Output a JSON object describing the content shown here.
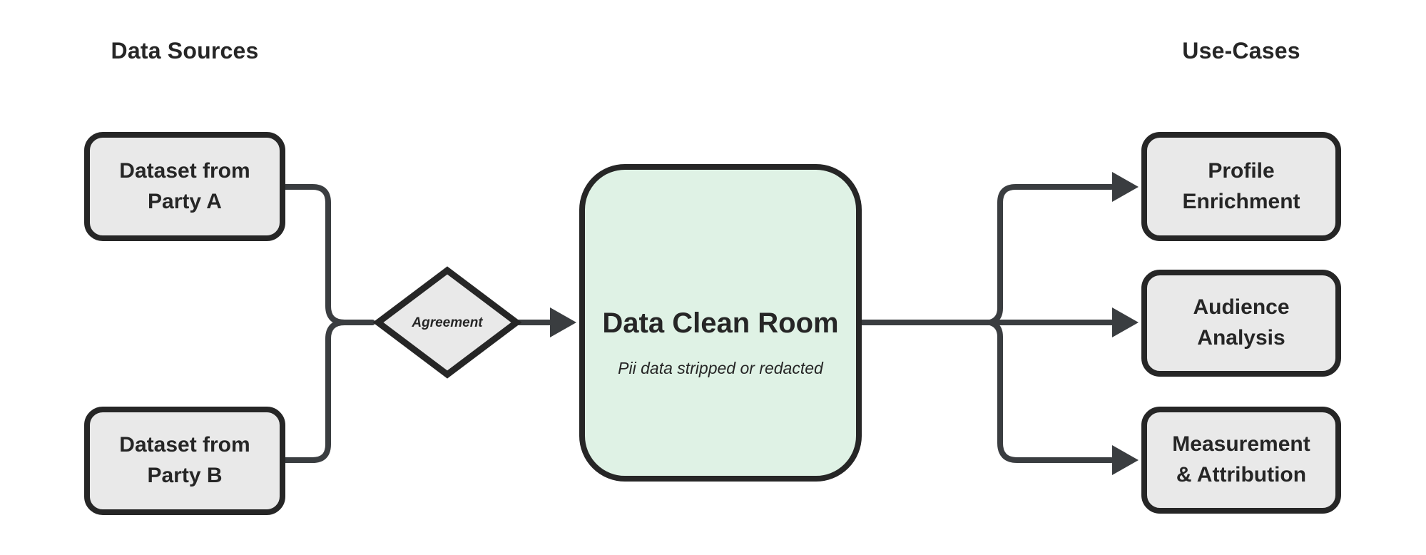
{
  "headers": {
    "data_sources": "Data Sources",
    "use_cases": "Use-Cases"
  },
  "nodes": {
    "party_a": {
      "lines": [
        "Dataset from",
        "Party A"
      ]
    },
    "party_b": {
      "lines": [
        "Dataset from",
        "Party B"
      ]
    },
    "agreement": {
      "label": "Agreement"
    },
    "data_clean_room": {
      "title": "Data Clean Room",
      "subtitle": "Pii data stripped or redacted"
    },
    "profile_enrichment": {
      "lines": [
        "Profile",
        "Enrichment"
      ]
    },
    "audience_analysis": {
      "lines": [
        "Audience",
        "Analysis"
      ]
    },
    "measurement_attribution": {
      "lines": [
        "Measurement",
        "& Attribution"
      ]
    }
  },
  "edges": [
    {
      "from": "party_a",
      "to": "agreement",
      "arrow": false
    },
    {
      "from": "party_b",
      "to": "agreement",
      "arrow": false
    },
    {
      "from": "agreement",
      "to": "data_clean_room",
      "arrow": true
    },
    {
      "from": "data_clean_room",
      "to": "profile_enrichment",
      "arrow": true
    },
    {
      "from": "data_clean_room",
      "to": "audience_analysis",
      "arrow": true
    },
    {
      "from": "data_clean_room",
      "to": "measurement_attribution",
      "arrow": true
    }
  ],
  "colors": {
    "background": "#ffffff",
    "node_fill": "#e9e9e9",
    "clean_room_fill": "#dff2e5",
    "border": "#262626",
    "connector": "#3a3d40",
    "text": "#262626"
  }
}
